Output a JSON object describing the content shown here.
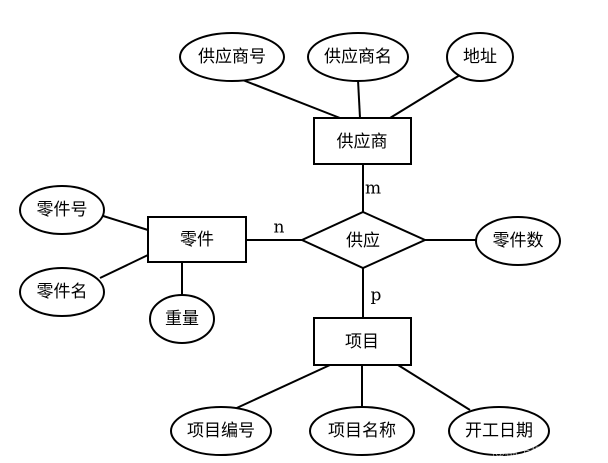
{
  "entities": {
    "supplier": "供应商",
    "part": "零件",
    "project": "项目"
  },
  "relationship": {
    "supply": "供应"
  },
  "attributes": {
    "supplier_no": "供应商号",
    "supplier_name": "供应商名",
    "address": "地址",
    "part_no": "零件号",
    "part_name": "零件名",
    "weight": "重量",
    "part_count": "零件数",
    "project_no": "项目编号",
    "project_name": "项目名称",
    "start_date": "开工日期"
  },
  "cardinality": {
    "supplier": "m",
    "part": "n",
    "project": "p"
  },
  "watermark": "@稀土掘金技术社区"
}
